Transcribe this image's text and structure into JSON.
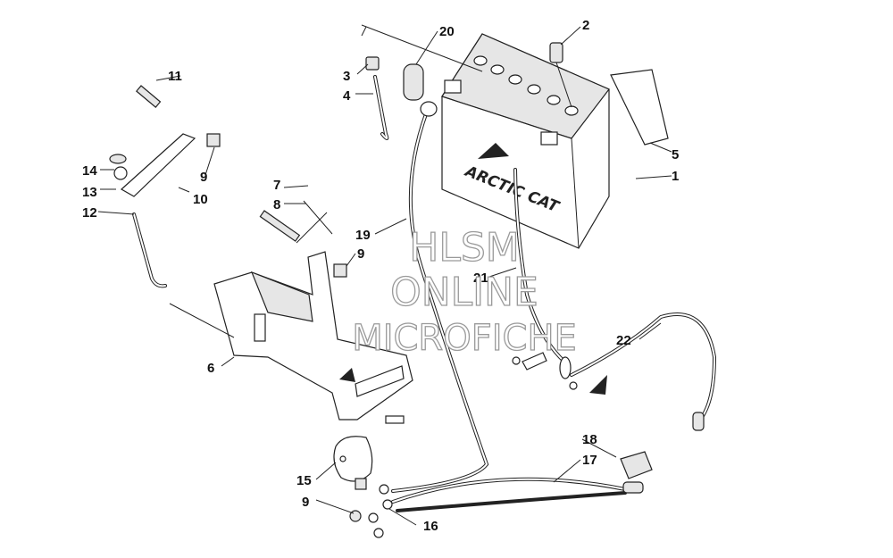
{
  "diagram": {
    "callouts": [
      {
        "id": "c1",
        "text": "1"
      },
      {
        "id": "c2",
        "text": "2"
      },
      {
        "id": "c3",
        "text": "3"
      },
      {
        "id": "c4",
        "text": "4"
      },
      {
        "id": "c5",
        "text": "5"
      },
      {
        "id": "c6",
        "text": "6"
      },
      {
        "id": "c7",
        "text": "7"
      },
      {
        "id": "c8",
        "text": "8"
      },
      {
        "id": "c9a",
        "text": "9"
      },
      {
        "id": "c9b",
        "text": "9"
      },
      {
        "id": "c9c",
        "text": "9"
      },
      {
        "id": "c10",
        "text": "10"
      },
      {
        "id": "c11",
        "text": "11"
      },
      {
        "id": "c12",
        "text": "12"
      },
      {
        "id": "c13",
        "text": "13"
      },
      {
        "id": "c14",
        "text": "14"
      },
      {
        "id": "c15",
        "text": "15"
      },
      {
        "id": "c16",
        "text": "16"
      },
      {
        "id": "c17",
        "text": "17"
      },
      {
        "id": "c18",
        "text": "18"
      },
      {
        "id": "c19",
        "text": "19"
      },
      {
        "id": "c20",
        "text": "20"
      },
      {
        "id": "c21",
        "text": "21"
      },
      {
        "id": "c22",
        "text": "22"
      }
    ],
    "battery_logo_text": "ARCTIC CAT"
  },
  "watermark": {
    "line1": "HLSM",
    "line2": "ONLINE",
    "line3": "MICROFICHE"
  }
}
